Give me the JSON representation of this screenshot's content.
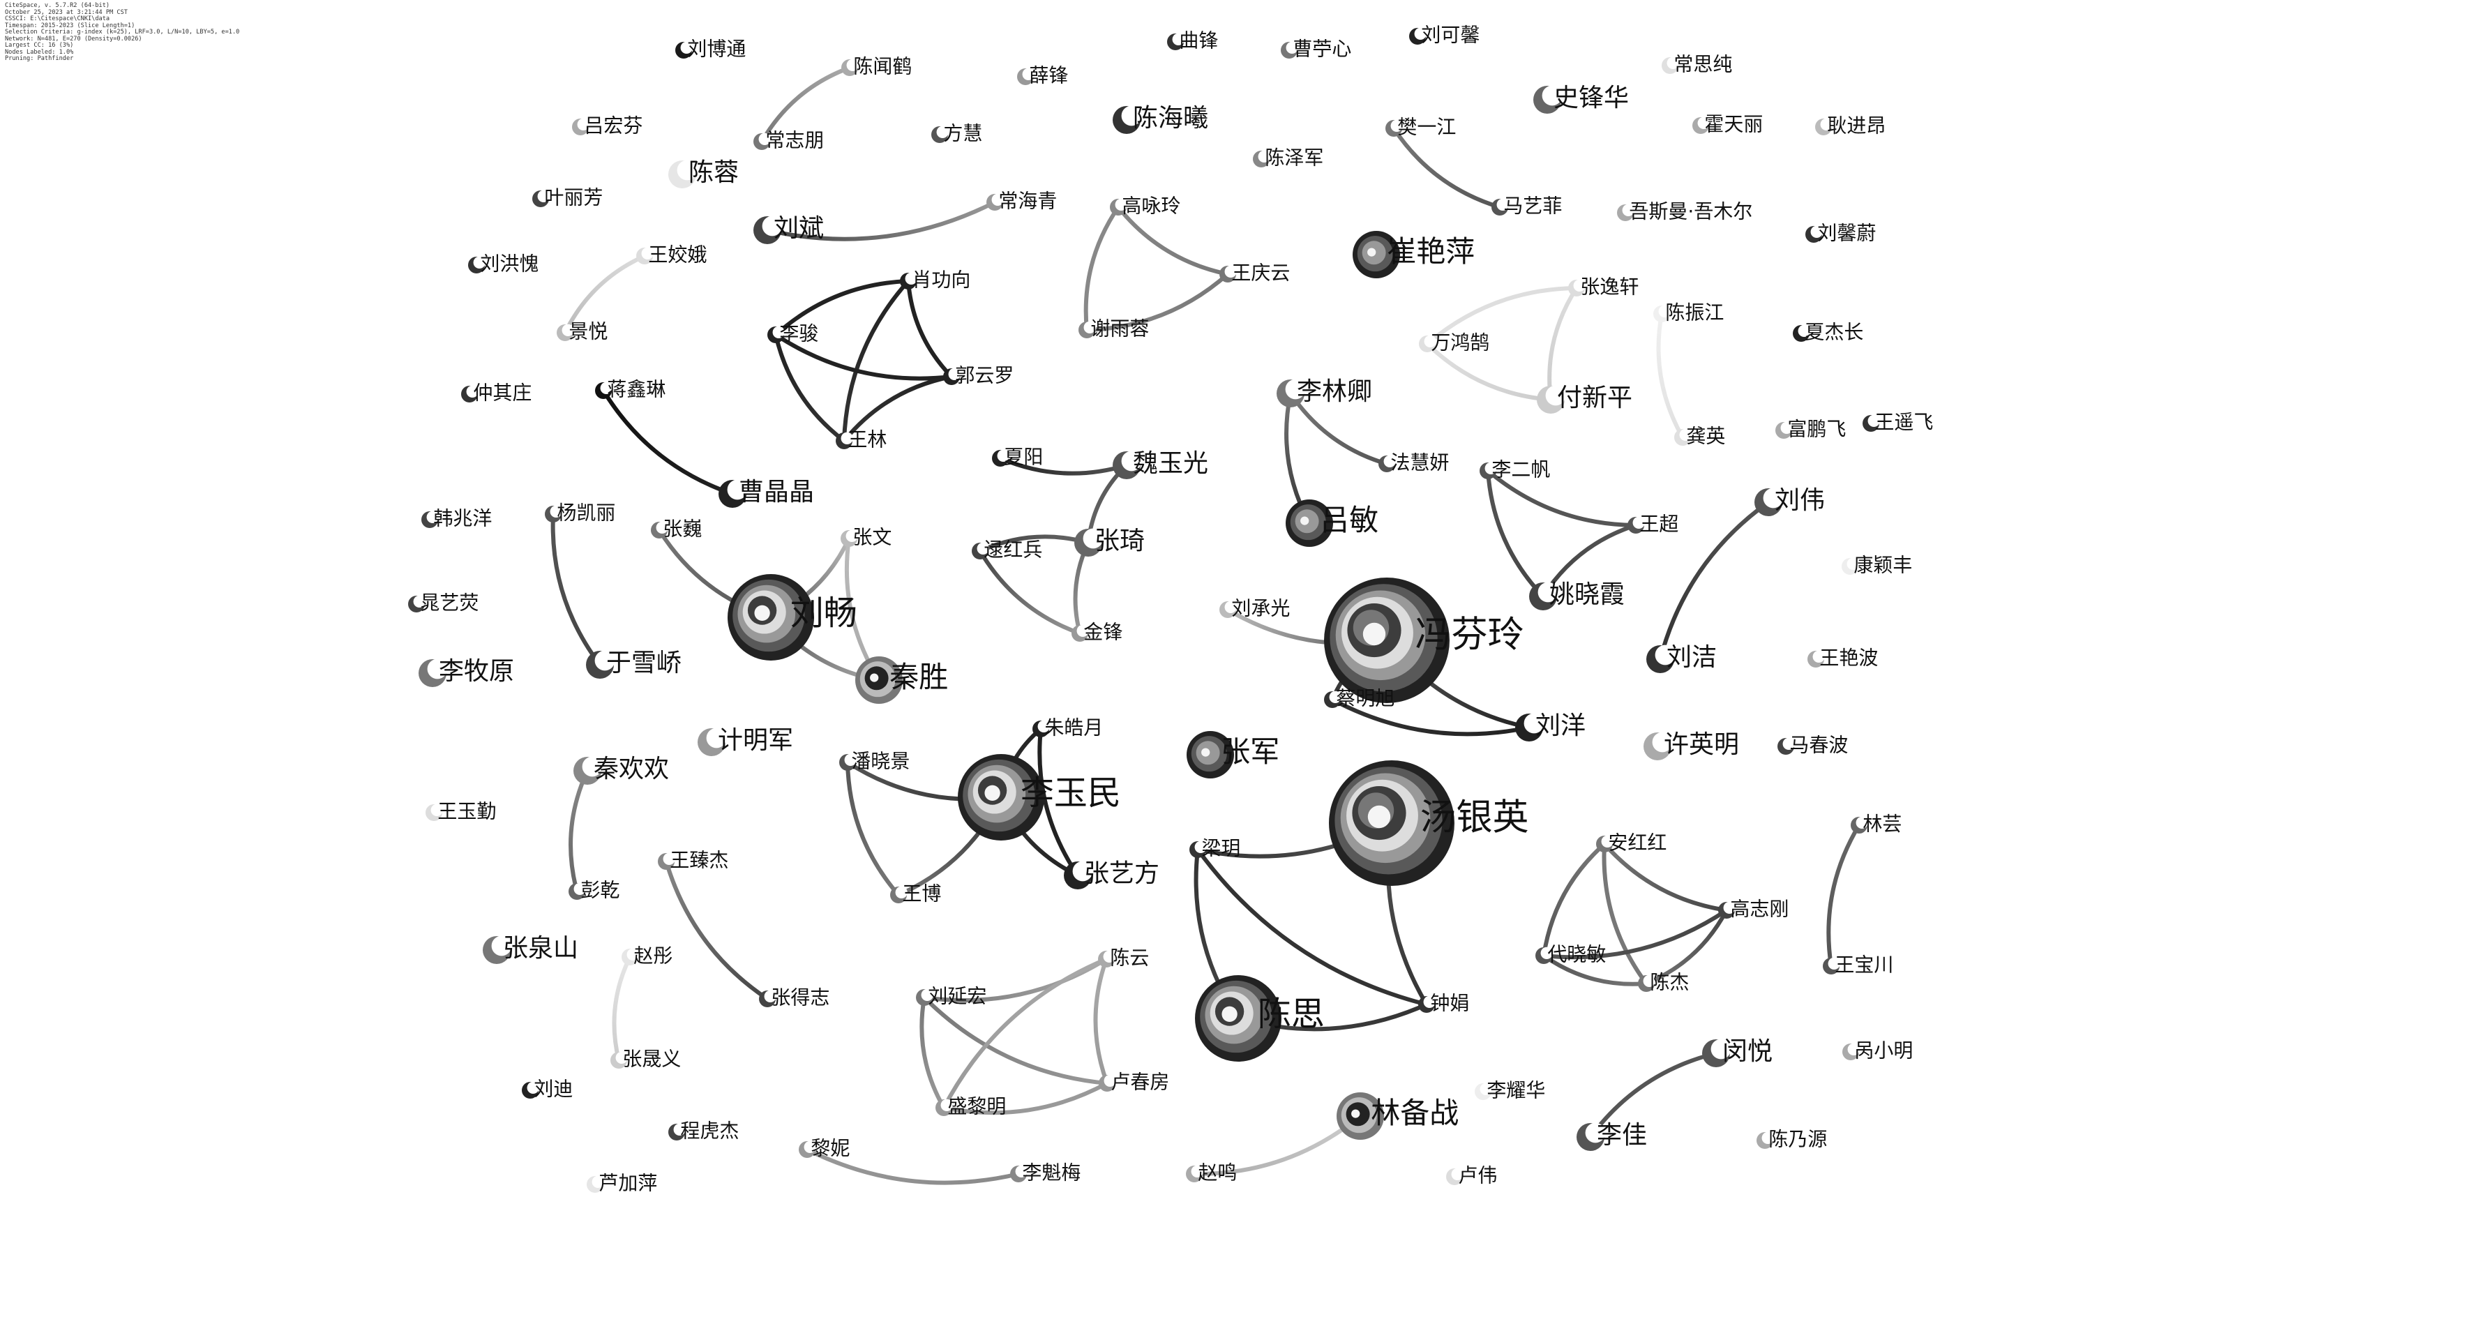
{
  "info_lines": [
    "CiteSpace, v. 5.7.R2 (64-bit)",
    "October 25, 2023 at 3:21:44 PM CST",
    "CSSCI: E:\\Citespace\\CNKI\\data",
    "Timespan: 2015-2023 (Slice Length=1)",
    "Selection Criteria: g-index (k=25), LRF=3.0, L/N=10, LBY=5, e=1.0",
    "Network: N=481, E=270 (Density=0.0026)",
    "Largest CC: 16 (3%)",
    "Nodes Labeled: 1.0%",
    "Pruning: Pathfinder"
  ],
  "authors": [
    {
      "name": "刘博通",
      "size": "s",
      "shade": "#1a1a1a"
    },
    {
      "name": "陈闻鹤",
      "size": "s",
      "shade": "#aaaaaa"
    },
    {
      "name": "薛锋",
      "size": "s",
      "shade": "#999999"
    },
    {
      "name": "曲锋",
      "size": "s",
      "shade": "#333333"
    },
    {
      "name": "曹苧心",
      "size": "s",
      "shade": "#777777"
    },
    {
      "name": "刘可馨",
      "size": "s",
      "shade": "#222222"
    },
    {
      "name": "常思纯",
      "size": "s",
      "shade": "#e0e0e0"
    },
    {
      "name": "史锋华",
      "size": "m",
      "shade": "#666666"
    },
    {
      "name": "吕宏芬",
      "size": "s",
      "shade": "#aaaaaa"
    },
    {
      "name": "常志朋",
      "size": "s",
      "shade": "#777777"
    },
    {
      "name": "方慧",
      "size": "s",
      "shade": "#555555"
    },
    {
      "name": "陈海曦",
      "size": "m",
      "shade": "#333333"
    },
    {
      "name": "陈泽军",
      "size": "s",
      "shade": "#888888"
    },
    {
      "name": "樊一江",
      "size": "s",
      "shade": "#777777"
    },
    {
      "name": "霍天丽",
      "size": "s",
      "shade": "#aaaaaa"
    },
    {
      "name": "耿进昂",
      "size": "s",
      "shade": "#bbbbbb"
    },
    {
      "name": "陈蓉",
      "size": "m",
      "shade": "#e6e6e6"
    },
    {
      "name": "叶丽芳",
      "size": "s",
      "shade": "#444444"
    },
    {
      "name": "刘斌",
      "size": "m",
      "shade": "#444444"
    },
    {
      "name": "常海青",
      "size": "s",
      "shade": "#999999"
    },
    {
      "name": "高咏玲",
      "size": "s",
      "shade": "#888888"
    },
    {
      "name": "马艺菲",
      "size": "s",
      "shade": "#555555"
    },
    {
      "name": "吾斯曼·吾木尔",
      "size": "s",
      "shade": "#aaaaaa"
    },
    {
      "name": "刘馨蔚",
      "size": "s",
      "shade": "#333333"
    },
    {
      "name": "王姣娥",
      "size": "s",
      "shade": "#dddddd"
    },
    {
      "name": "崔艳萍",
      "size": "l",
      "shade": "#444444"
    },
    {
      "name": "刘洪愧",
      "size": "s",
      "shade": "#333333"
    },
    {
      "name": "肖功向",
      "size": "s",
      "shade": "#222222"
    },
    {
      "name": "王庆云",
      "size": "s",
      "shade": "#777777"
    },
    {
      "name": "张逸轩",
      "size": "s",
      "shade": "#dddddd"
    },
    {
      "name": "陈振江",
      "size": "s",
      "shade": "#f0f0f0"
    },
    {
      "name": "夏杰长",
      "size": "s",
      "shade": "#222222"
    },
    {
      "name": "景悦",
      "size": "s",
      "shade": "#bbbbbb"
    },
    {
      "name": "李骏",
      "size": "s",
      "shade": "#222222"
    },
    {
      "name": "谢雨蓉",
      "size": "s",
      "shade": "#888888"
    },
    {
      "name": "万鸿鹄",
      "size": "s",
      "shade": "#e0e0e0"
    },
    {
      "name": "郭云罗",
      "size": "s",
      "shade": "#222222"
    },
    {
      "name": "仲其庄",
      "size": "s",
      "shade": "#333333"
    },
    {
      "name": "蒋鑫琳",
      "size": "s",
      "shade": "#111111"
    },
    {
      "name": "李林卿",
      "size": "m",
      "shade": "#777777"
    },
    {
      "name": "付新平",
      "size": "m",
      "shade": "#cccccc"
    },
    {
      "name": "王林",
      "size": "s",
      "shade": "#333333"
    },
    {
      "name": "富鹏飞",
      "size": "s",
      "shade": "#aaaaaa"
    },
    {
      "name": "王遥飞",
      "size": "s",
      "shade": "#333333"
    },
    {
      "name": "夏阳",
      "size": "s",
      "shade": "#222222"
    },
    {
      "name": "魏玉光",
      "size": "m",
      "shade": "#555555"
    },
    {
      "name": "法慧妍",
      "size": "s",
      "shade": "#555555"
    },
    {
      "name": "龚英",
      "size": "s",
      "shade": "#e0e0e0"
    },
    {
      "name": "曹晶晶",
      "size": "m",
      "shade": "#222222"
    },
    {
      "name": "李二帆",
      "size": "s",
      "shade": "#555555"
    },
    {
      "name": "韩兆洋",
      "size": "s",
      "shade": "#444444"
    },
    {
      "name": "杨凯丽",
      "size": "s",
      "shade": "#555555"
    },
    {
      "name": "张巍",
      "size": "s",
      "shade": "#777777"
    },
    {
      "name": "张文",
      "size": "s",
      "shade": "#bbbbbb"
    },
    {
      "name": "王超",
      "size": "s",
      "shade": "#555555"
    },
    {
      "name": "刘伟",
      "size": "m",
      "shade": "#555555"
    },
    {
      "name": "逯红兵",
      "size": "s",
      "shade": "#444444"
    },
    {
      "name": "张琦",
      "size": "m",
      "shade": "#666666"
    },
    {
      "name": "吕敏",
      "size": "l",
      "shade": "#333333"
    },
    {
      "name": "康颖丰",
      "size": "s",
      "shade": "#eeeeee"
    },
    {
      "name": "晁艺荧",
      "size": "s",
      "shade": "#444444"
    },
    {
      "name": "刘畅",
      "size": "xl",
      "shade": "#555555"
    },
    {
      "name": "刘承光",
      "size": "s",
      "shade": "#bbbbbb"
    },
    {
      "name": "姚晓霞",
      "size": "m",
      "shade": "#444444"
    },
    {
      "name": "金锋",
      "size": "s",
      "shade": "#999999"
    },
    {
      "name": "冯芬玲",
      "size": "xxl",
      "shade": "#555555"
    },
    {
      "name": "李牧原",
      "size": "m",
      "shade": "#777777"
    },
    {
      "name": "于雪峤",
      "size": "m",
      "shade": "#444444"
    },
    {
      "name": "秦胜",
      "size": "l",
      "shade": "#aaaaaa"
    },
    {
      "name": "刘洁",
      "size": "m",
      "shade": "#333333"
    },
    {
      "name": "王艳波",
      "size": "s",
      "shade": "#aaaaaa"
    },
    {
      "name": "蔡明旭",
      "size": "s",
      "shade": "#333333"
    },
    {
      "name": "刘洋",
      "size": "m",
      "shade": "#222222"
    },
    {
      "name": "朱皓月",
      "size": "s",
      "shade": "#222222"
    },
    {
      "name": "计明军",
      "size": "m",
      "shade": "#999999"
    },
    {
      "name": "许英明",
      "size": "m",
      "shade": "#aaaaaa"
    },
    {
      "name": "张军",
      "size": "l",
      "shade": "#555555"
    },
    {
      "name": "马春波",
      "size": "s",
      "shade": "#444444"
    },
    {
      "name": "秦欢欢",
      "size": "m",
      "shade": "#888888"
    },
    {
      "name": "潘晓景",
      "size": "s",
      "shade": "#555555"
    },
    {
      "name": "李玉民",
      "size": "xl",
      "shade": "#333333"
    },
    {
      "name": "汤银英",
      "size": "xxl",
      "shade": "#555555"
    },
    {
      "name": "王玉勤",
      "size": "s",
      "shade": "#dddddd"
    },
    {
      "name": "林芸",
      "size": "s",
      "shade": "#666666"
    },
    {
      "name": "安红红",
      "size": "s",
      "shade": "#777777"
    },
    {
      "name": "梁玥",
      "size": "s",
      "shade": "#333333"
    },
    {
      "name": "王臻杰",
      "size": "s",
      "shade": "#888888"
    },
    {
      "name": "彭乾",
      "size": "s",
      "shade": "#666666"
    },
    {
      "name": "王博",
      "size": "s",
      "shade": "#777777"
    },
    {
      "name": "张艺方",
      "size": "m",
      "shade": "#222222"
    },
    {
      "name": "高志刚",
      "size": "s",
      "shade": "#444444"
    },
    {
      "name": "张泉山",
      "size": "m",
      "shade": "#777777"
    },
    {
      "name": "赵彤",
      "size": "s",
      "shade": "#e6e6e6"
    },
    {
      "name": "陈云",
      "size": "s",
      "shade": "#aaaaaa"
    },
    {
      "name": "代晓敏",
      "size": "s",
      "shade": "#555555"
    },
    {
      "name": "王宝川",
      "size": "s",
      "shade": "#555555"
    },
    {
      "name": "刘延宏",
      "size": "s",
      "shade": "#777777"
    },
    {
      "name": "张得志",
      "size": "s",
      "shade": "#444444"
    },
    {
      "name": "陈杰",
      "size": "s",
      "shade": "#777777"
    },
    {
      "name": "陈思",
      "size": "xl",
      "shade": "#444444"
    },
    {
      "name": "钟娟",
      "size": "s",
      "shade": "#333333"
    },
    {
      "name": "张晟义",
      "size": "s",
      "shade": "#cccccc"
    },
    {
      "name": "闵悦",
      "size": "m",
      "shade": "#555555"
    },
    {
      "name": "呙小明",
      "size": "s",
      "shade": "#aaaaaa"
    },
    {
      "name": "卢春房",
      "size": "s",
      "shade": "#999999"
    },
    {
      "name": "刘迪",
      "size": "s",
      "shade": "#222222"
    },
    {
      "name": "盛黎明",
      "size": "s",
      "shade": "#999999"
    },
    {
      "name": "林备战",
      "size": "l",
      "shade": "#cccccc"
    },
    {
      "name": "李耀华",
      "size": "s",
      "shade": "#eeeeee"
    },
    {
      "name": "程虎杰",
      "size": "s",
      "shade": "#444444"
    },
    {
      "name": "李佳",
      "size": "m",
      "shade": "#555555"
    },
    {
      "name": "陈乃源",
      "size": "s",
      "shade": "#aaaaaa"
    },
    {
      "name": "黎妮",
      "size": "s",
      "shade": "#999999"
    },
    {
      "name": "李魁梅",
      "size": "s",
      "shade": "#888888"
    },
    {
      "name": "赵鸣",
      "size": "s",
      "shade": "#aaaaaa"
    },
    {
      "name": "卢伟",
      "size": "s",
      "shade": "#dddddd"
    },
    {
      "name": "芦加萍",
      "size": "s",
      "shade": "#e6e6e6"
    }
  ],
  "links": [
    [
      "陈闻鹤",
      "常志朋"
    ],
    [
      "刘斌",
      "常海青"
    ],
    [
      "王姣娥",
      "景悦"
    ],
    [
      "肖功向",
      "李骏"
    ],
    [
      "肖功向",
      "郭云罗"
    ],
    [
      "肖功向",
      "王林"
    ],
    [
      "李骏",
      "郭云罗"
    ],
    [
      "李骏",
      "王林"
    ],
    [
      "郭云罗",
      "王林"
    ],
    [
      "高咏玲",
      "谢雨蓉"
    ],
    [
      "高咏玲",
      "王庆云"
    ],
    [
      "谢雨蓉",
      "王庆云"
    ],
    [
      "樊一江",
      "马艺菲"
    ],
    [
      "张逸轩",
      "万鸿鹄"
    ],
    [
      "张逸轩",
      "付新平"
    ],
    [
      "万鸿鹄",
      "付新平"
    ],
    [
      "陈振江",
      "龚英"
    ],
    [
      "蒋鑫琳",
      "曹晶晶"
    ],
    [
      "夏阳",
      "魏玉光"
    ],
    [
      "魏玉光",
      "张琦"
    ],
    [
      "张琦",
      "逯红兵"
    ],
    [
      "逯红兵",
      "金锋"
    ],
    [
      "张琦",
      "金锋"
    ],
    [
      "李林卿",
      "法慧妍"
    ],
    [
      "李林卿",
      "吕敏"
    ],
    [
      "李二帆",
      "王超"
    ],
    [
      "李二帆",
      "姚晓霞"
    ],
    [
      "王超",
      "姚晓霞"
    ],
    [
      "刘伟",
      "刘洁"
    ],
    [
      "杨凯丽",
      "于雪峤"
    ],
    [
      "张巍",
      "刘畅"
    ],
    [
      "刘畅",
      "张文"
    ],
    [
      "张文",
      "秦胜"
    ],
    [
      "刘畅",
      "秦胜"
    ],
    [
      "刘承光",
      "冯芬玲"
    ],
    [
      "冯芬玲",
      "蔡明旭"
    ],
    [
      "冯芬玲",
      "刘洋"
    ],
    [
      "蔡明旭",
      "刘洋"
    ],
    [
      "秦欢欢",
      "彭乾"
    ],
    [
      "潘晓景",
      "王博"
    ],
    [
      "潘晓景",
      "李玉民"
    ],
    [
      "王博",
      "李玉民"
    ],
    [
      "朱皓月",
      "李玉民"
    ],
    [
      "朱皓月",
      "张艺方"
    ],
    [
      "李玉民",
      "张艺方"
    ],
    [
      "梁玥",
      "汤银英"
    ],
    [
      "梁玥",
      "陈思"
    ],
    [
      "梁玥",
      "钟娟"
    ],
    [
      "汤银英",
      "钟娟"
    ],
    [
      "陈思",
      "钟娟"
    ],
    [
      "王臻杰",
      "张得志"
    ],
    [
      "赵彤",
      "张晟义"
    ],
    [
      "刘延宏",
      "陈云"
    ],
    [
      "刘延宏",
      "卢春房"
    ],
    [
      "刘延宏",
      "盛黎明"
    ],
    [
      "陈云",
      "盛黎明"
    ],
    [
      "陈云",
      "卢春房"
    ],
    [
      "盛黎明",
      "卢春房"
    ],
    [
      "安红红",
      "代晓敏"
    ],
    [
      "安红红",
      "高志刚"
    ],
    [
      "安红红",
      "陈杰"
    ],
    [
      "代晓敏",
      "高志刚"
    ],
    [
      "代晓敏",
      "陈杰"
    ],
    [
      "陈杰",
      "高志刚"
    ],
    [
      "林芸",
      "王宝川"
    ],
    [
      "闵悦",
      "李佳"
    ],
    [
      "黎妮",
      "李魁梅"
    ],
    [
      "赵鸣",
      "林备战"
    ]
  ]
}
